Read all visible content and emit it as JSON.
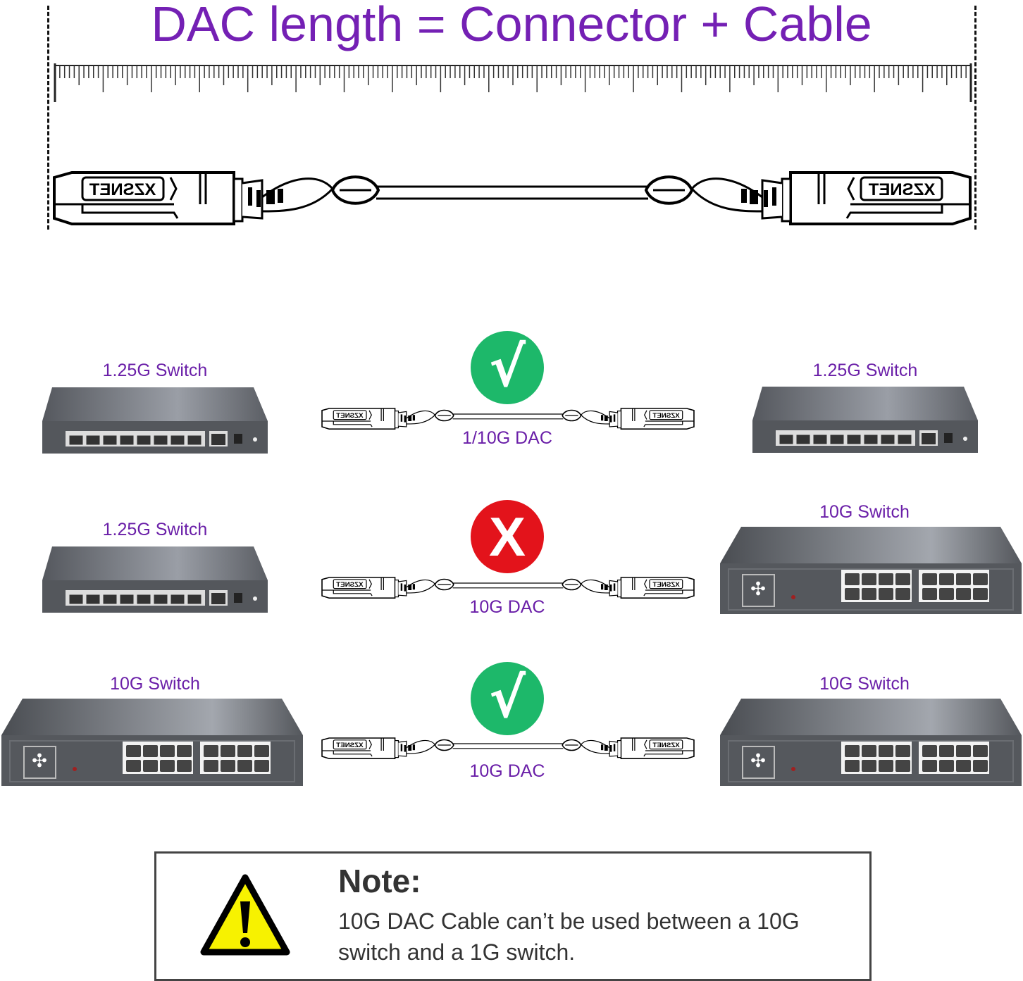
{
  "title": "DAC length = Connector + Cable",
  "brand_logo_text": "XZSNET",
  "rows": [
    {
      "left_label": "1.25G Switch",
      "left_type": "1.25G",
      "right_label": "1.25G Switch",
      "right_type": "1.25G",
      "status": "compatible",
      "status_icon": "check-icon",
      "status_glyph": "√",
      "cable_label": "1/10G DAC"
    },
    {
      "left_label": "1.25G Switch",
      "left_type": "1.25G",
      "right_label": "10G Switch",
      "right_type": "10G",
      "status": "incompatible",
      "status_icon": "x-icon",
      "status_glyph": "X",
      "cable_label": "10G DAC"
    },
    {
      "left_label": "10G Switch",
      "left_type": "10G",
      "right_label": "10G Switch",
      "right_type": "10G",
      "status": "compatible",
      "status_icon": "check-icon",
      "status_glyph": "√",
      "cable_label": "10G DAC"
    }
  ],
  "note": {
    "title": "Note:",
    "line1": "10G DAC Cable can’t be used between a 10G",
    "line2": "switch and a 1G switch.",
    "icon": "warning-icon"
  },
  "colors": {
    "accent": "#7420b4",
    "ok": "#1db86a",
    "bad": "#e3131b",
    "warning": "#f7f200"
  }
}
